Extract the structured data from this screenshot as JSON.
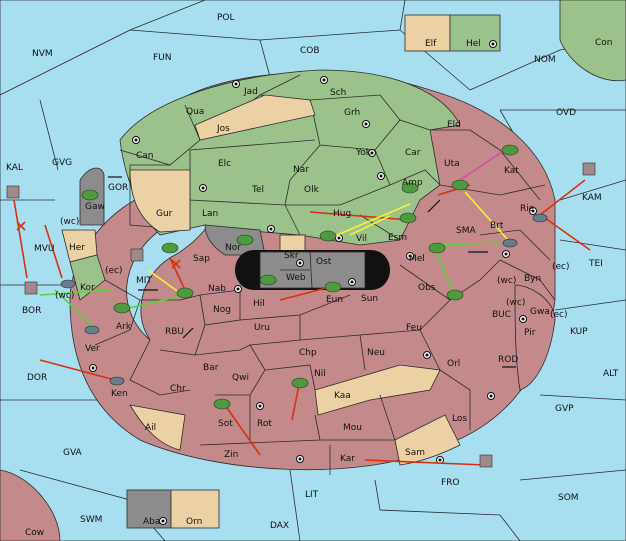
{
  "colors": {
    "sea": "#a8dff0",
    "green_power": "#9bc28a",
    "red_power": "#c4898a",
    "tan_neutral": "#ecd1a4",
    "gray_power": "#8c8c8c",
    "black_zone": "#111111",
    "unit_army": "#4f9a3f",
    "order_move": "#d8300f",
    "order_support": "#f5f23a",
    "order_convoy": "#58d63a",
    "order_other": "#d94aa8"
  },
  "legend": {
    "elf_label": "Elf",
    "hel_label": "Hel",
    "aba_label": "Aba",
    "orn_label": "Orn"
  },
  "sea_labels": {
    "pol": "POL",
    "nvm": "NVM",
    "fun": "FUN",
    "cob": "COB",
    "nom": "NOM",
    "con": "Con",
    "ovd": "OVD",
    "kal": "KAL",
    "gvg": "GVG",
    "gor": "GOR",
    "mvu": "MVU",
    "bor": "BOR",
    "mit": "MIT",
    "rbu": "RBU",
    "dor": "DOR",
    "gva": "GVA",
    "swm": "SWM",
    "cow": "Cow",
    "lit": "LIT",
    "dax": "DAX",
    "fro": "FRO",
    "som": "SOM",
    "gvp": "GVP",
    "alt": "ALT",
    "kup": "KUP",
    "tei": "TEI",
    "kam": "KAM",
    "buc": "BUC",
    "rod": "ROD",
    "sma": "SMA"
  },
  "province_labels": {
    "jad": "Jad",
    "sch": "Sch",
    "qua": "Qua",
    "jos": "Jos",
    "grh": "Grh",
    "can": "Can",
    "elc": "Elc",
    "nar": "Nar",
    "yok": "Yok",
    "car": "Car",
    "eld": "Eld",
    "uta": "Uta",
    "kat": "Kat",
    "tel": "Tel",
    "olk": "Olk",
    "amp": "Amp",
    "gur": "Gur",
    "lan": "Lan",
    "hug": "Hug",
    "esm": "Esm",
    "brt": "Brt",
    "rie": "Rie",
    "nor": "Nor",
    "skr": "Skr",
    "vil": "Vil",
    "sap": "Sap",
    "web": "Web",
    "ost": "Ost",
    "mel": "Mel",
    "byn": "Byn",
    "gaw": "Gaw",
    "her": "Her",
    "kor": "Kor",
    "nab": "Nab",
    "eun": "Eun",
    "sun": "Sun",
    "obs": "Obs",
    "hil": "Hil",
    "nog": "Nog",
    "gwa": "Gwa",
    "ark": "Ark",
    "uru": "Uru",
    "feu": "Feu",
    "pir": "Pir",
    "ver": "Ver",
    "chp": "Chp",
    "neu": "Neu",
    "orl": "Orl",
    "bar": "Bar",
    "qwi": "Qwi",
    "nil": "Nil",
    "chr": "Chr",
    "ken": "Ken",
    "kaa": "Kaa",
    "ail": "Ail",
    "sot": "Sot",
    "rot": "Rot",
    "mou": "Mou",
    "los": "Los",
    "zin": "Zin",
    "kar": "Kar",
    "sam": "Sam"
  },
  "coast_labels": {
    "wc": "(wc)",
    "ec": "(ec)"
  }
}
